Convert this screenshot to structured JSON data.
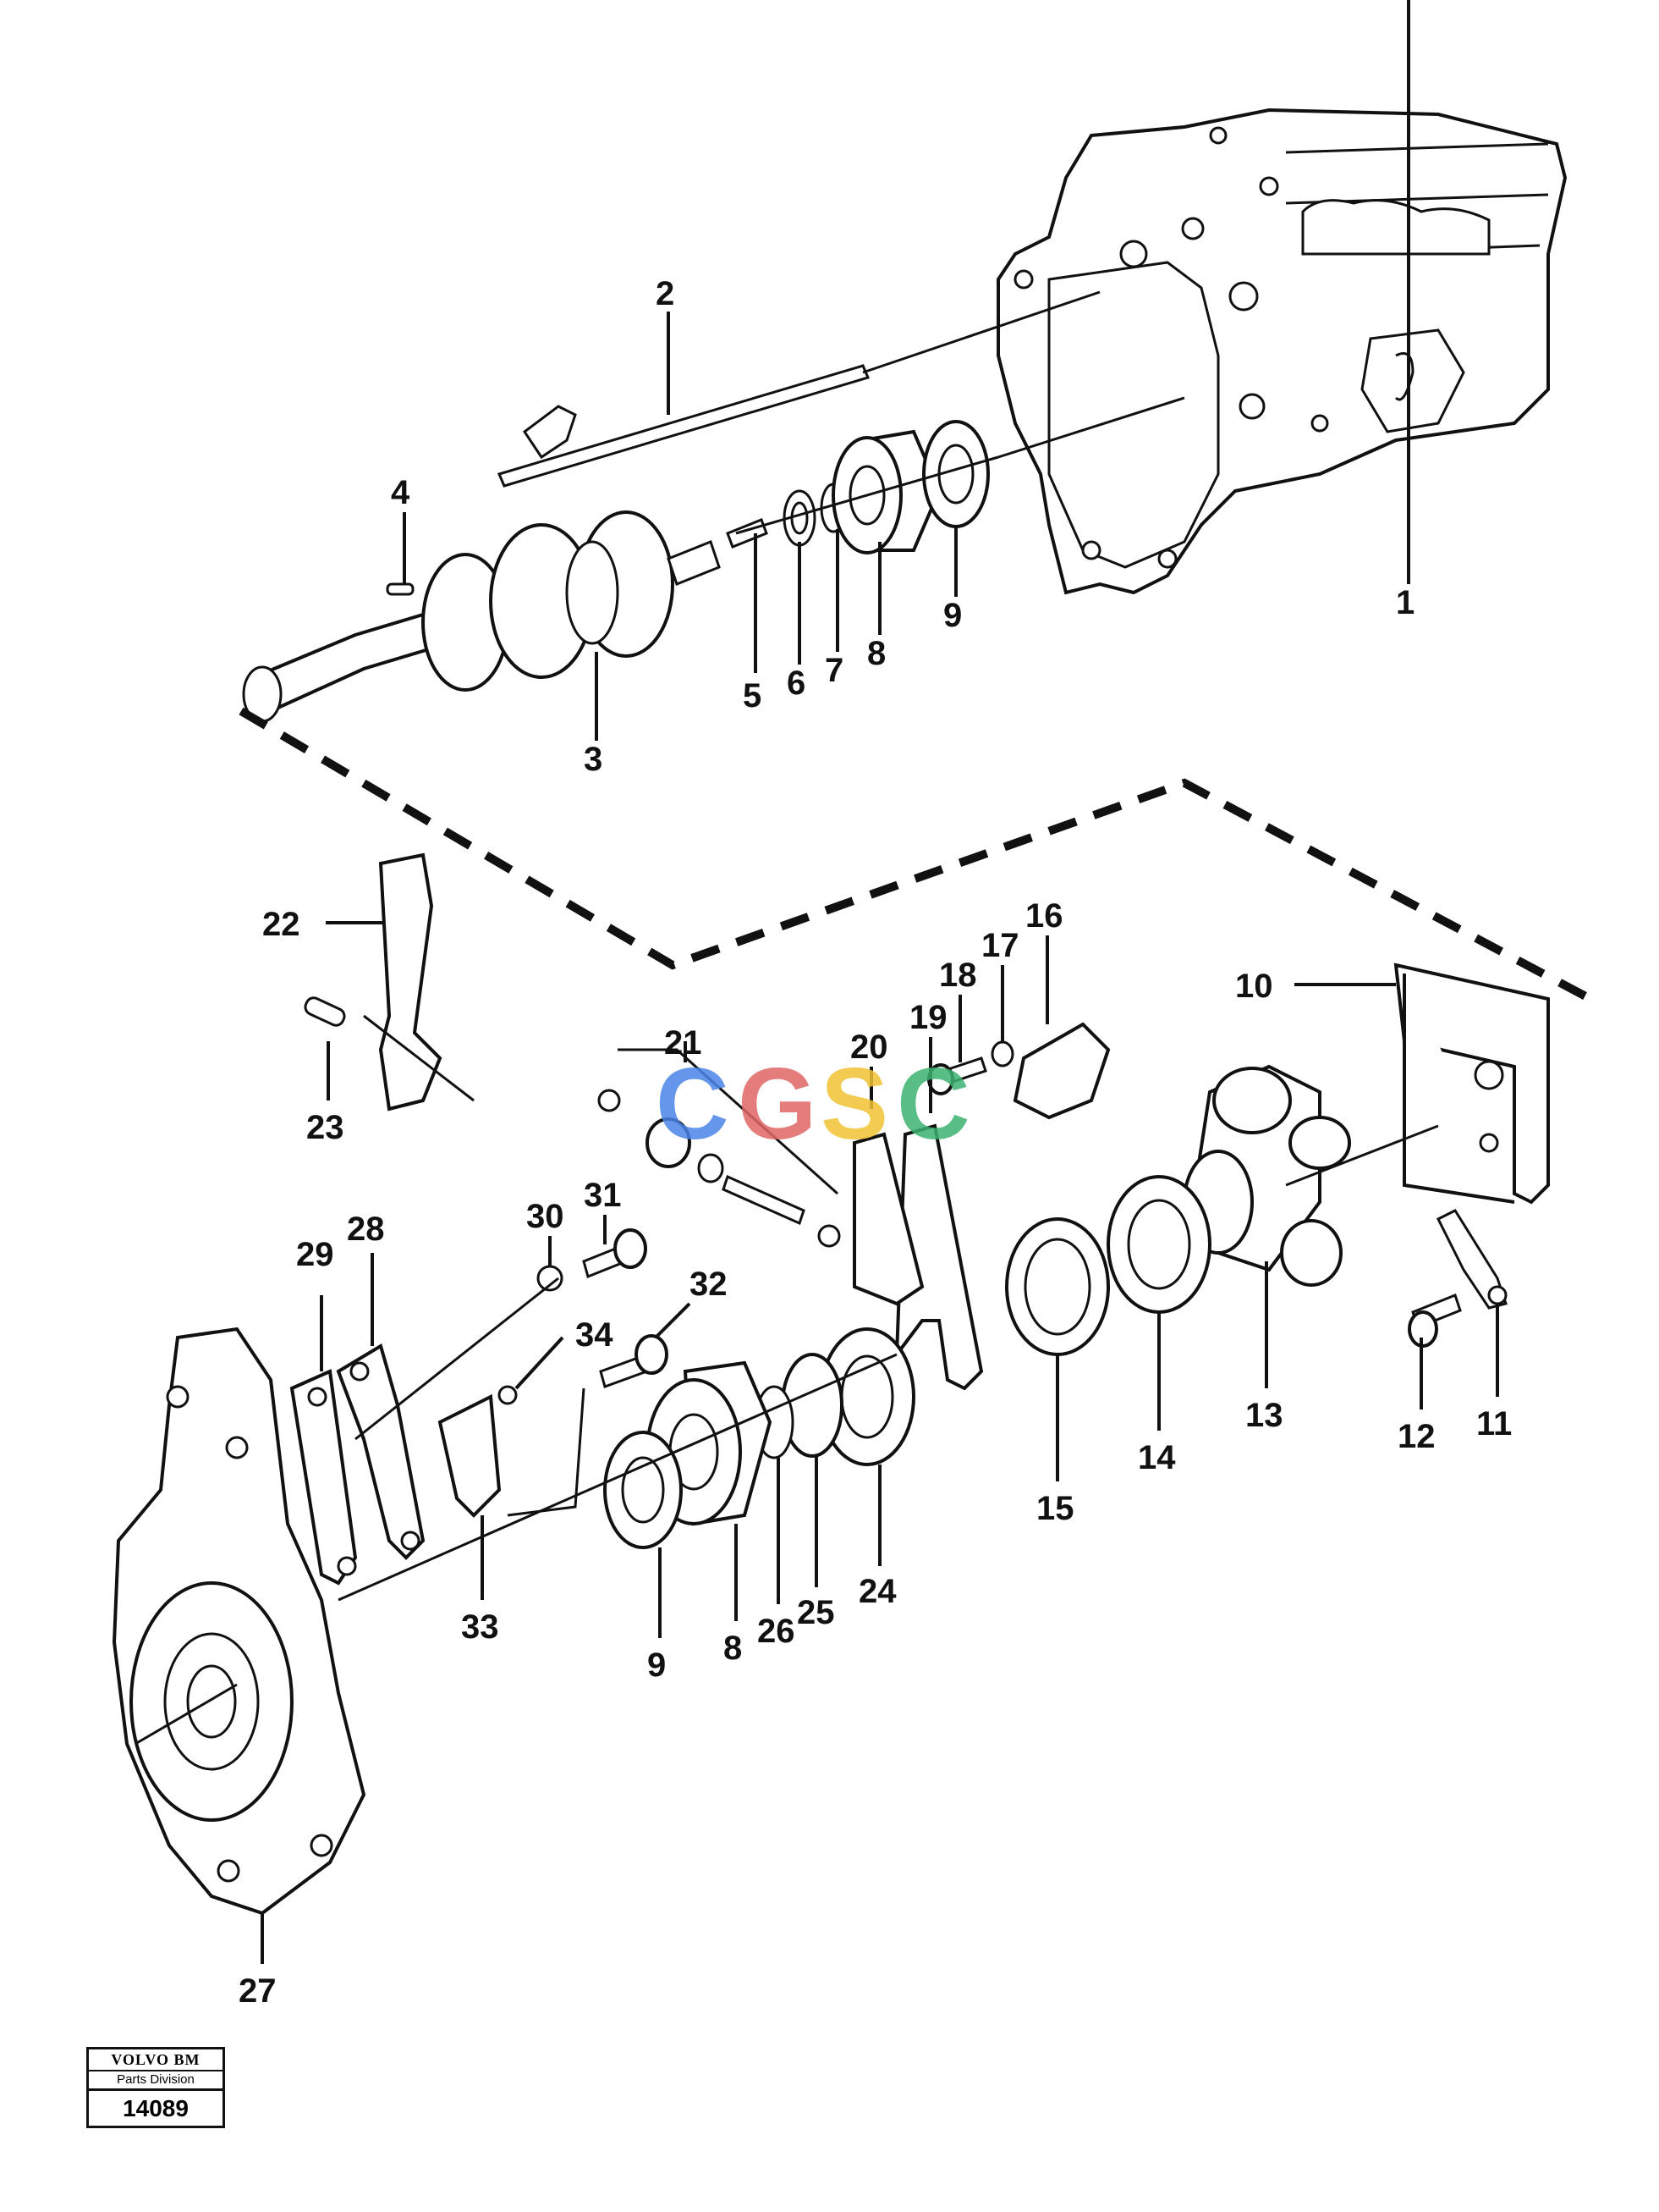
{
  "diagram": {
    "callouts": [
      "1",
      "2",
      "3",
      "4",
      "5",
      "6",
      "7",
      "8",
      "9",
      "10",
      "11",
      "12",
      "13",
      "14",
      "15",
      "16",
      "17",
      "18",
      "19",
      "20",
      "21",
      "22",
      "23",
      "24",
      "25",
      "26",
      "27",
      "28",
      "29",
      "30",
      "31",
      "32",
      "33",
      "34",
      "9",
      "8"
    ],
    "watermark": {
      "letters": [
        "C",
        "G",
        "S",
        "C"
      ],
      "colors": [
        "#4a86e8",
        "#e06666",
        "#f1c232",
        "#3cb371"
      ]
    }
  },
  "badge": {
    "brand": "VOLVO BM",
    "division": "Parts Division",
    "number": "14089"
  }
}
